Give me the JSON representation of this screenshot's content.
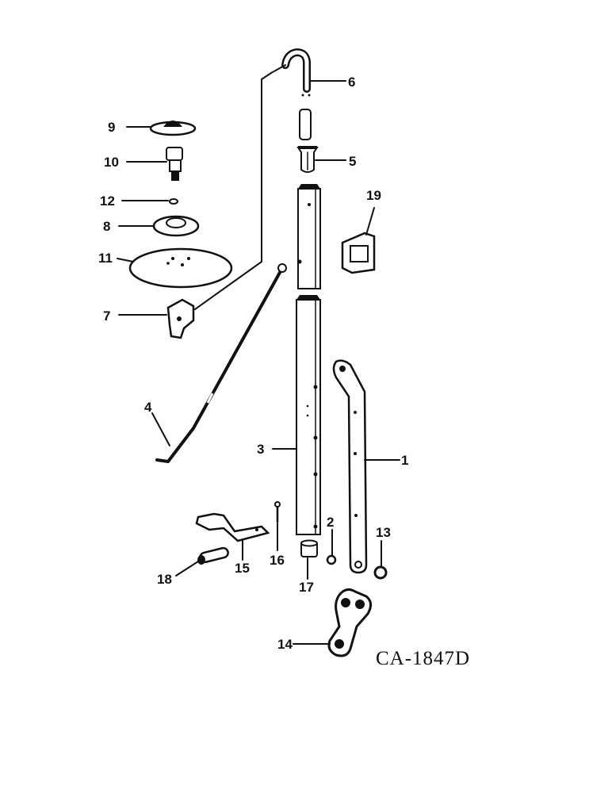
{
  "diagram": {
    "drawing_code": "CA-1847D",
    "callouts": [
      "1",
      "2",
      "3",
      "4",
      "5",
      "6",
      "7",
      "8",
      "9",
      "10",
      "11",
      "12",
      "13",
      "14",
      "15",
      "16",
      "17",
      "18",
      "19"
    ]
  }
}
